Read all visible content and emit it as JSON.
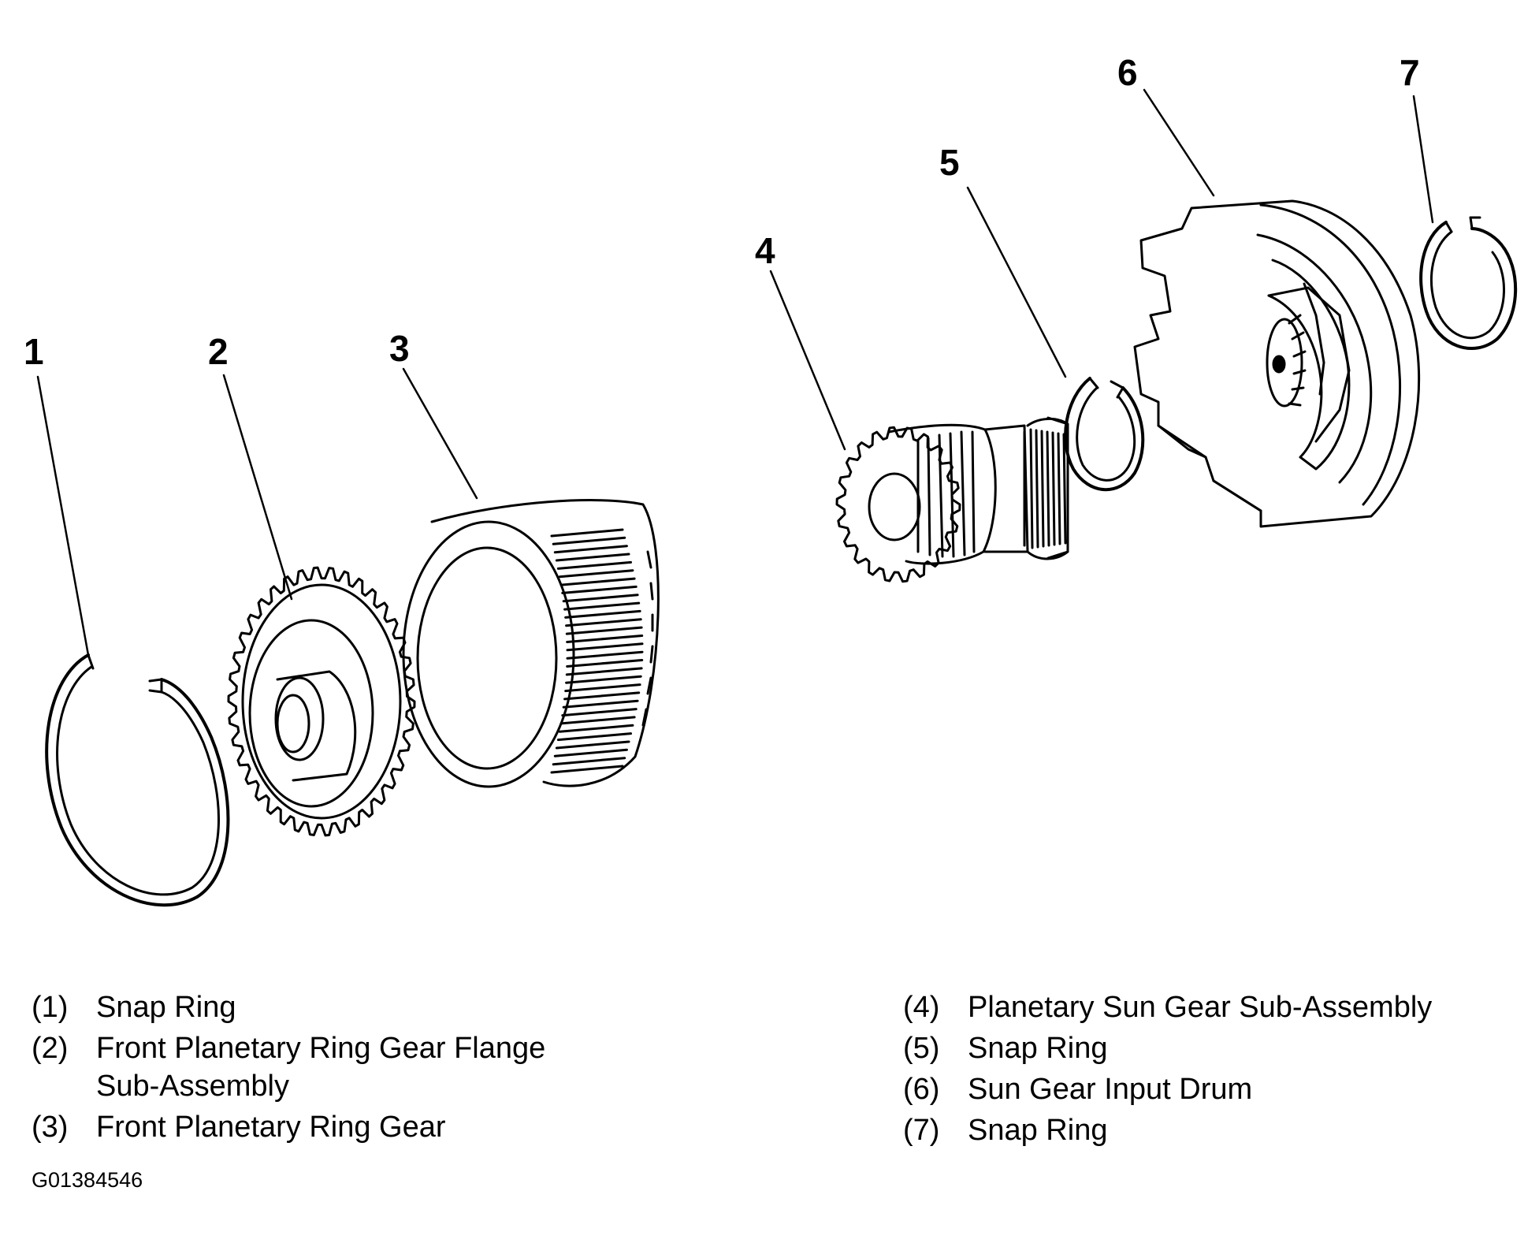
{
  "callouts": [
    "1",
    "2",
    "3",
    "4",
    "5",
    "6",
    "7"
  ],
  "legend": [
    {
      "num": "(1)",
      "text": "Snap Ring"
    },
    {
      "num": "(2)",
      "text": "Front Planetary Ring Gear Flange\nSub-Assembly"
    },
    {
      "num": "(3)",
      "text": "Front Planetary Ring Gear"
    },
    {
      "num": "(4)",
      "text": "Planetary Sun Gear Sub-Assembly"
    },
    {
      "num": "(5)",
      "text": "Snap Ring"
    },
    {
      "num": "(6)",
      "text": "Sun Gear Input Drum"
    },
    {
      "num": "(7)",
      "text": "Snap Ring"
    }
  ],
  "figure_id": "G01384546"
}
